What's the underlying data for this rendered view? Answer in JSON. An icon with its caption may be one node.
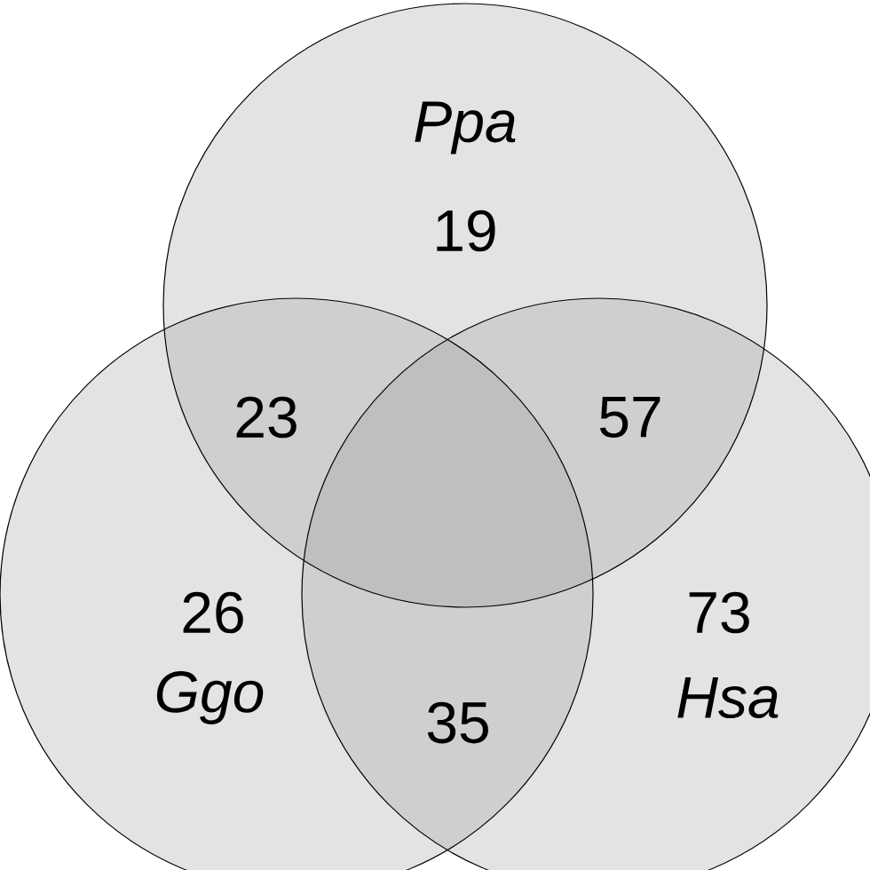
{
  "diagram": {
    "nodes": [
      {
        "text": [
          "Ppa",
          "19"
        ]
      },
      {
        "text": [
          "26",
          "Ggo"
        ]
      },
      {
        "text": [
          "73",
          "Hsa"
        ]
      }
    ],
    "labels": [
      "23",
      "57",
      "35"
    ]
  }
}
